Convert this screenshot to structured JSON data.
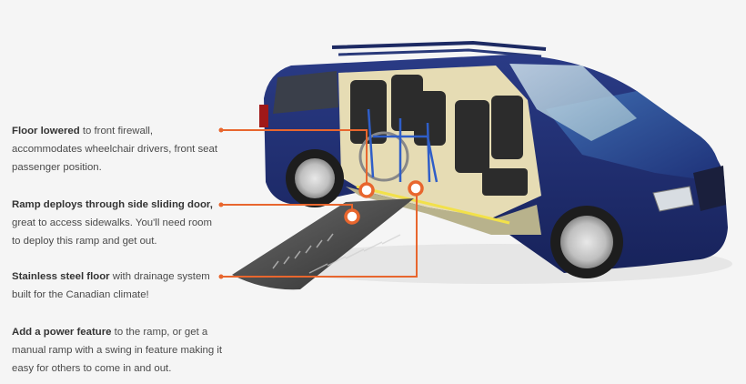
{
  "accent_color": "#e8662e",
  "background_color": "#f5f5f5",
  "callouts": [
    {
      "bold": "Floor lowered",
      "text": " to front firewall, accommodates wheelchair drivers, front seat passenger position."
    },
    {
      "bold": "Ramp deploys through side sliding door,",
      "text": " great to access sidewalks. You'll need room to deploy this ramp and get out."
    },
    {
      "bold": "Stainless steel floor",
      "text": " with drainage system built for the Canadian climate!"
    },
    {
      "bold": "Add a power feature",
      "text": " to the ramp, or get a manual ramp with a swing in feature making it easy for others to come in and out."
    }
  ],
  "image": {
    "subject": "wheelchair-accessible-minivan-cutaway",
    "description": "Dark blue minivan with side sliding door open, lowered floor, wheelchair inside, and deployed side ramp"
  }
}
